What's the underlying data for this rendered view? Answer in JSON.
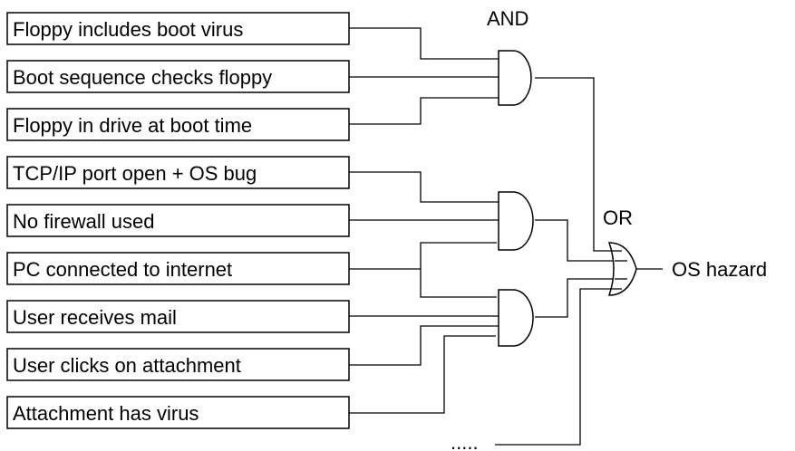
{
  "diagram": {
    "inputs": [
      "Floppy includes boot virus",
      "Boot sequence checks floppy",
      "Floppy in drive at boot time",
      "TCP/IP port open + OS bug",
      "No firewall used",
      "PC connected to internet",
      "User receives mail",
      "User clicks on attachment",
      "Attachment has virus"
    ],
    "gates": {
      "and_label": "AND",
      "or_label": "OR"
    },
    "output_label": "OS hazard",
    "ellipsis_label": "....."
  }
}
